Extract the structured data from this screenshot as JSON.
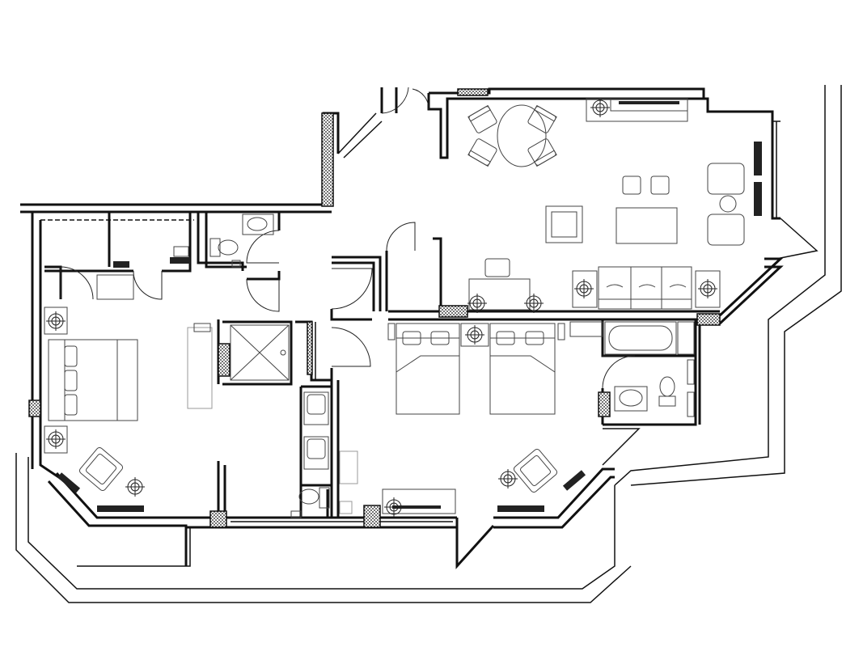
{
  "plan": {
    "kind": "floor-plan",
    "rooms": [
      "living-dining-room",
      "bedroom-1",
      "bedroom-2",
      "bathroom-1",
      "bathroom-2",
      "powder-room",
      "entry-corridor"
    ],
    "accent": "#111111"
  }
}
